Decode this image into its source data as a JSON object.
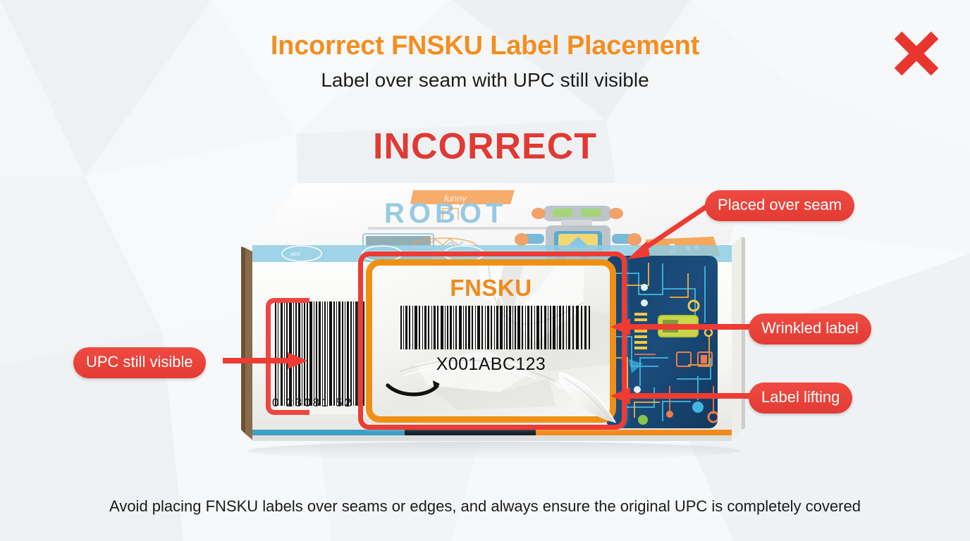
{
  "header": {
    "title": "Incorrect FNSKU Label Placement",
    "subtitle": "Label over seam with UPC still visible",
    "verdict": "INCORRECT",
    "status_icon": "x-mark-icon",
    "title_color": "#f28e20",
    "verdict_color": "#e03a35",
    "status_icon_color": "#e8352e"
  },
  "product_box": {
    "brand_banner": "",
    "product_name": "ROBOT",
    "badge": "3",
    "seam_label": "box-seam",
    "panel_right": "circuit-board-artwork",
    "edge_color": "#8a6b4c",
    "bottom_stripe_colors": [
      "#3f9fc4",
      "#1c2a33",
      "#f08a1c"
    ]
  },
  "fnsku_label": {
    "heading": "FNSKU",
    "code": "X001ABC123",
    "logo": "amazon-smile-logo",
    "border_color": "#ef9015",
    "state": "wrinkled-and-lifting"
  },
  "upc": {
    "digits": "0   23081  52",
    "state": "still-visible",
    "bracket_color": "#ee4640"
  },
  "highlight": {
    "rect_color": "#ee3b33",
    "rect_meaning": "label-placed-over-seam"
  },
  "callouts": [
    {
      "id": "placed-over-seam",
      "label": "Placed over seam",
      "color": "#e33b33"
    },
    {
      "id": "wrinkled-label",
      "label": "Wrinkled label",
      "color": "#e33b33"
    },
    {
      "id": "label-lifting",
      "label": "Label lifting",
      "color": "#e33b33"
    },
    {
      "id": "upc-still-visible",
      "label": "UPC still visible",
      "color": "#e33b33"
    }
  ],
  "footer": {
    "caption": "Avoid placing FNSKU labels over seams or edges, and always ensure the original UPC is completely covered"
  }
}
